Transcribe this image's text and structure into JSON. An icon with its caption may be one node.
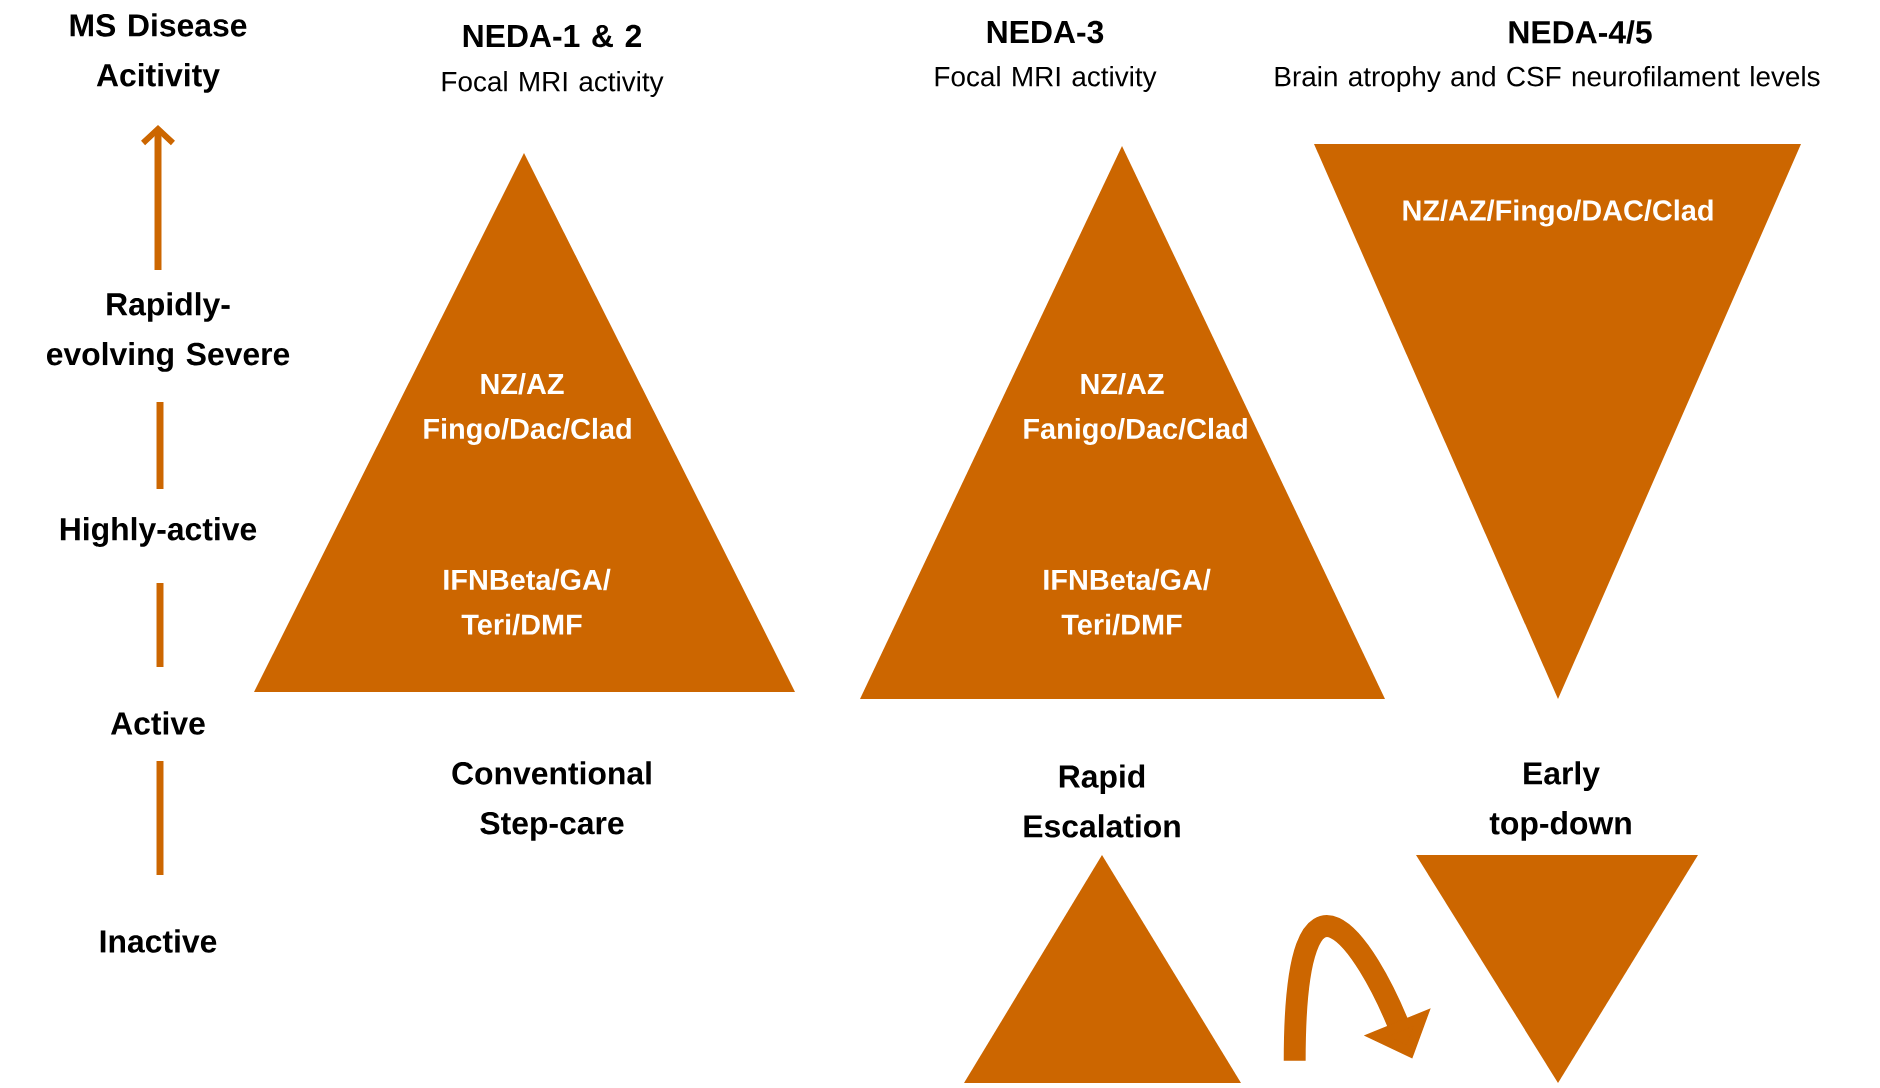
{
  "diagram": {
    "nodes": [
      {
        "text": [
          "NEDA-1 & 2",
          "Focal MRI activity",
          "NZ/AZ Fingo/Dac/Clad",
          "IFNBeta/GA/ Teri/DMF"
        ],
        "beside": [
          "Conventional Step-care"
        ]
      },
      {
        "text": [
          "NEDA-3",
          "Focal MRI activity",
          "NZ/AZ Fanigo/Dac/Clad",
          "IFNBeta/GA/ Teri/DMF"
        ]
      },
      {
        "text": [
          "NEDA-4/5",
          "Brain atrophy and CSF neurofilament levels",
          "NZ/AZ/Fingo/DAC/Clad"
        ]
      },
      {
        "text": [],
        "shape": "triangle",
        "beside": [
          "Rapid Escalation"
        ]
      },
      {
        "text": [],
        "shape": "triangle",
        "beside": [
          "Early top-down"
        ]
      }
    ],
    "edges": [
      {
        "from": 3,
        "to": 4,
        "arrow": "to"
      }
    ],
    "labels": [
      "MS Disease Acitivity",
      "Rapidly-evolving Severe",
      "Highly-active",
      "Active",
      "Inactive"
    ]
  }
}
